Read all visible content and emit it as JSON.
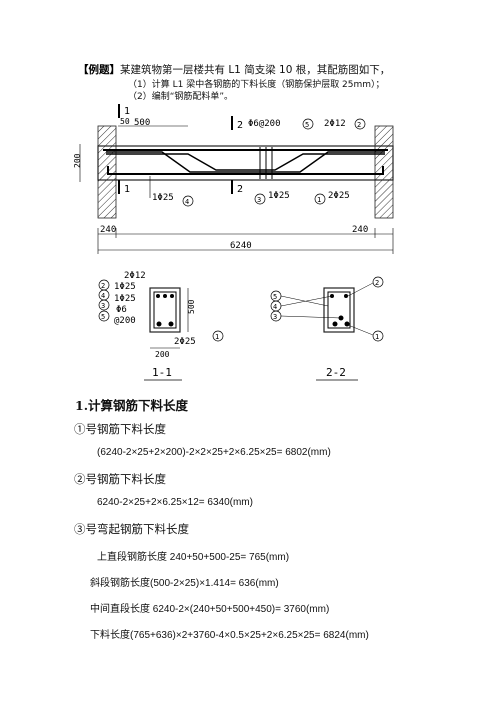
{
  "intro": {
    "label": "【例题】",
    "text": "某建筑物第一层楼共有 L1 简支梁 10 根，其配筋图如下，",
    "items": [
      "（1）计算 L1 梁中各钢筋的下料长度（钢筋保护层取 25mm）；",
      "（2）编制“钢筋配料单”。"
    ]
  },
  "drawing": {
    "elevation": {
      "dim_top_500": "500",
      "dim_top_50": "50",
      "dim_left_200": "200",
      "section_mark_1": "1",
      "section_mark_2": "2",
      "stirrup_label": "Φ6@200",
      "stirrup_tag": "5",
      "top_bar_label": "2Φ12",
      "top_bar_tag": "2",
      "bent_bar_label_left": "1Φ25",
      "bent_bar_tag_left": "4",
      "bent_bar_label_mid": "1Φ25",
      "bent_bar_tag_mid": "3",
      "bottom_bar_label": "2Φ25",
      "bottom_bar_tag": "1",
      "dim_240_left": "240",
      "dim_240_right": "240",
      "dim_total": "6240"
    },
    "section11": {
      "title": "1-1",
      "lbl_top": "2Φ12",
      "tag_top": "2",
      "lbl_bent1": "1Φ25",
      "tag_bent1": "4",
      "lbl_bent2": "1Φ25",
      "tag_bent2": "3",
      "lbl_stirrup_a": "Φ6",
      "lbl_stirrup_b": "@200",
      "tag_stirrup": "5",
      "lbl_bottom": "2Φ25",
      "tag_bottom": "1",
      "dim_height": "500",
      "dim_width": "200"
    },
    "section22": {
      "title": "2-2",
      "tag_2": "2",
      "tag_5": "5",
      "tag_4": "4",
      "tag_3": "3",
      "tag_1": "1"
    }
  },
  "content": {
    "heading": "1.计算钢筋下料长度",
    "bar1_title": "①号钢筋下料长度",
    "bar1_formula": "(6240-2×25+2×200)-2×2×25+2×6.25×25= 6802(mm)",
    "bar2_title": "②号钢筋下料长度",
    "bar2_formula": "6240-2×25+2×6.25×12= 6340(mm)",
    "bar3_title": "③号弯起钢筋下料长度",
    "bar3_line1": "上直段钢筋长度      240+50+500-25= 765(mm)",
    "bar3_line2": "斜段钢筋长度(500-2×25)×1.414= 636(mm)",
    "bar3_line3": "中间直段长度 6240-2×(240+50+500+450)= 3760(mm)",
    "bar3_line4": "下料长度(765+636)×2+3760-4×0.5×25+2×6.25×25= 6824(mm)"
  }
}
